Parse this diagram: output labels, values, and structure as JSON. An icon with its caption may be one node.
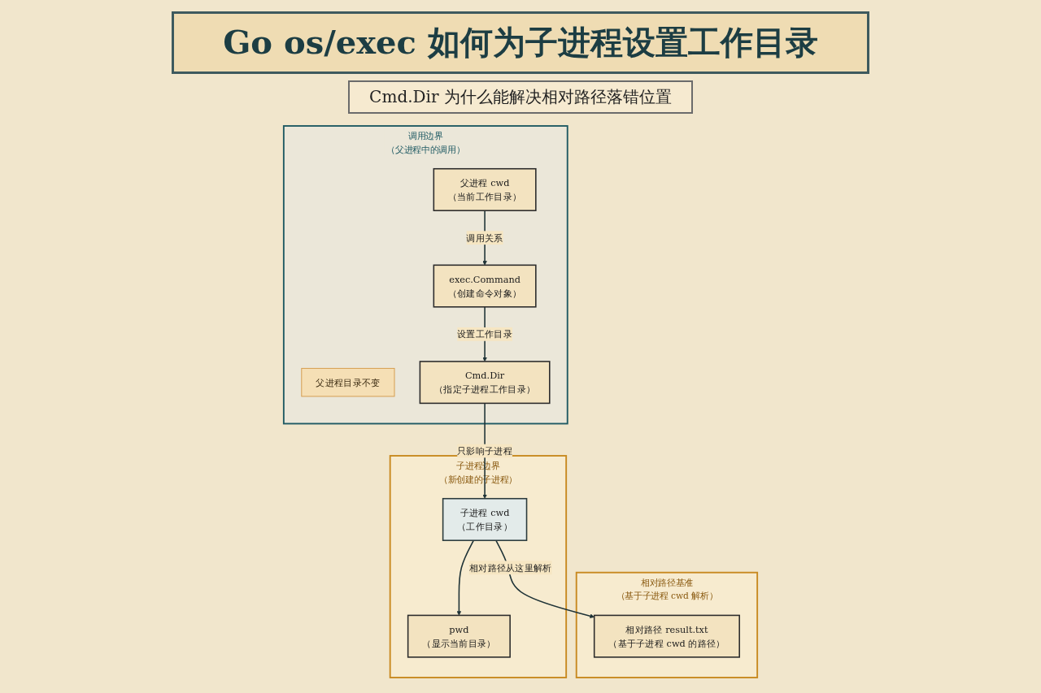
{
  "diagram": {
    "title": "Go os/exec 如何为子进程设置工作目录",
    "nodes": [
      {
        "text": [
          "调用边界",
          "（父进程中的调用）"
        ]
      },
      {
        "text": [
          "父进程 cwd",
          "（当前工作目录）"
        ],
        "in": 0
      },
      {
        "text": [
          "父进程目录不变"
        ],
        "in": 0
      },
      {
        "text": [
          "exec.Command",
          "（创建命令对象）"
        ],
        "in": 0
      },
      {
        "text": [
          "Cmd.Dir",
          "（指定子进程工作目录）"
        ],
        "in": 0
      },
      {
        "text": [
          "子进程边界",
          "（新创建的子进程）"
        ]
      },
      {
        "text": [
          "子进程 cwd",
          "（工作目录）"
        ],
        "in": 5
      },
      {
        "text": [
          "pwd",
          "（显示当前目录）"
        ],
        "in": 5
      },
      {
        "text": [
          "相对路径基准",
          "（基于子进程 cwd 解析）"
        ]
      },
      {
        "text": [
          "相对路径 result.txt",
          "（基于子进程 cwd 的路径）"
        ],
        "in": 8
      }
    ],
    "edges": [
      {
        "from": 1,
        "to": 3,
        "arrow": "to",
        "label": "调用关系"
      },
      {
        "from": 3,
        "to": 4,
        "arrow": "to",
        "label": "设置工作目录"
      },
      {
        "from": 4,
        "to": 6,
        "arrow": "to",
        "label": "只影响子进程"
      },
      {
        "from": 6,
        "to": 7,
        "arrow": "to"
      },
      {
        "from": 6,
        "to": 9,
        "arrow": "to",
        "label": "相对路径从这里解析"
      }
    ],
    "labels": [
      "Cmd.Dir 为什么能解决相对路径落错位置"
    ]
  }
}
